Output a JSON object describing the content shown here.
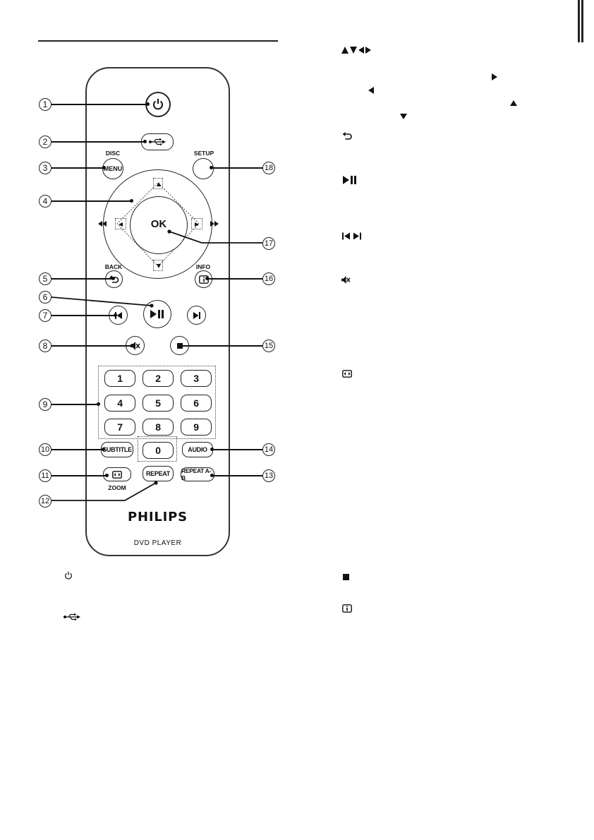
{
  "remote": {
    "brand": "PHILIPS",
    "model": "DVD PLAYER",
    "keys": {
      "disc_top": "DISC",
      "disc_bottom": "MENU",
      "setup": "SETUP",
      "ok": "OK",
      "back": "BACK",
      "info": "INFO",
      "num1": "1",
      "num2": "2",
      "num3": "3",
      "num4": "4",
      "num5": "5",
      "num6": "6",
      "num7": "7",
      "num8": "8",
      "num9": "9",
      "num0": "0",
      "subtitle": "SUBTITLE",
      "audio": "AUDIO",
      "zoom": "ZOOM",
      "repeat": "REPEAT",
      "repeat_ab": "REPEAT A-B"
    }
  },
  "callouts": [
    "1",
    "2",
    "3",
    "4",
    "5",
    "6",
    "7",
    "8",
    "9",
    "10",
    "11",
    "12",
    "13",
    "14",
    "15",
    "16",
    "17",
    "18"
  ],
  "icons": {
    "power": "power-icon",
    "usb": "usb-icon",
    "back": "back-arrow-icon",
    "play_pause": "play-pause-icon",
    "prev_next": "skip-icon",
    "mute": "mute-icon",
    "zoom": "zoom-icon",
    "stop": "stop-icon",
    "info": "info-icon"
  }
}
